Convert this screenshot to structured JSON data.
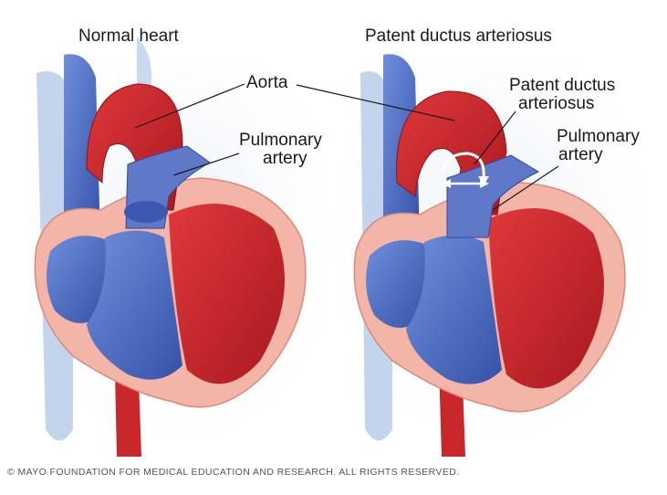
{
  "titles": {
    "left": "Normal heart",
    "right": "Patent ductus arteriosus"
  },
  "labels": {
    "aorta": "Aorta",
    "left_pulmonary_line1": "Pulmonary",
    "left_pulmonary_line2": "artery",
    "pda_line1": "Patent ductus",
    "pda_line2": "arteriosus",
    "right_pulmonary_line1": "Pulmonary",
    "right_pulmonary_line2": "artery"
  },
  "copyright": "© MAYO FOUNDATION FOR MEDICAL EDUCATION AND RESEARCH. ALL RIGHTS RESERVED.",
  "colors": {
    "oxygenated_red": "#c8262b",
    "deoxygenated_blue": "#4a6cc4",
    "heart_wall_pink": "#f0b3a6",
    "background_blue": "#bcd3ea"
  }
}
